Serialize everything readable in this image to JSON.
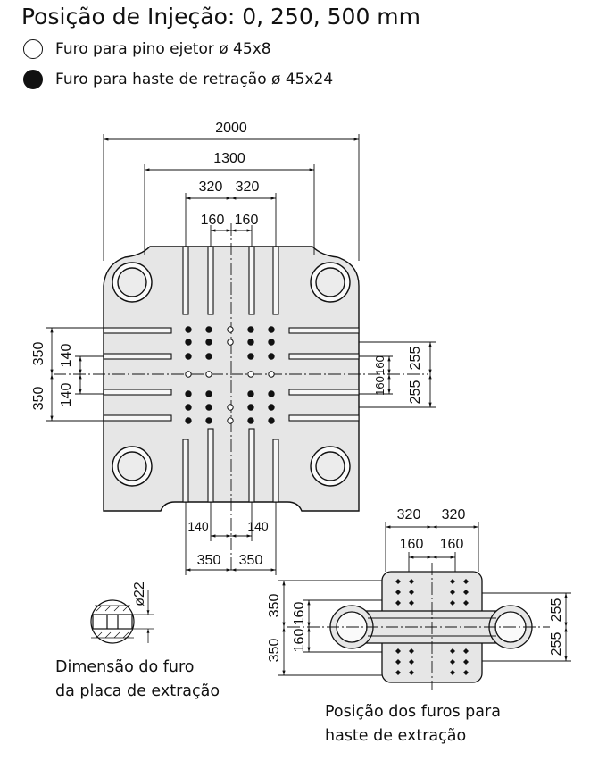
{
  "title": "Posição de Injeção: 0, 250, 500 mm",
  "legend": [
    {
      "label": "Furo para pino ejetor ø 45x8",
      "icon": "hollow-circle-icon"
    },
    {
      "label": "Furo para haste de retração ø 45x24",
      "icon": "filled-circle-icon"
    }
  ],
  "platen": {
    "dims_top": [
      "2000",
      "1300",
      "320",
      "320",
      "160",
      "160"
    ],
    "dims_left": [
      "350",
      "350",
      "140",
      "140"
    ],
    "dims_right": [
      "255",
      "255",
      "160",
      "160"
    ],
    "dims_bottom": [
      "140",
      "140",
      "350",
      "350"
    ]
  },
  "hole_detail": {
    "dim": "ø22",
    "caption_line1": "Dimensão do furo",
    "caption_line2": "da placa de extração"
  },
  "retraction": {
    "dims_top": [
      "320",
      "320",
      "160",
      "160"
    ],
    "dims_left": [
      "350",
      "350",
      "160",
      "160"
    ],
    "dims_right": [
      "255",
      "255"
    ],
    "caption_line1": "Posição dos furos para",
    "caption_line2": "haste de extração"
  },
  "colors": {
    "plate_fill": "#e6e6e6",
    "line": "#111111",
    "slot_fill": "#f7f7f7"
  }
}
